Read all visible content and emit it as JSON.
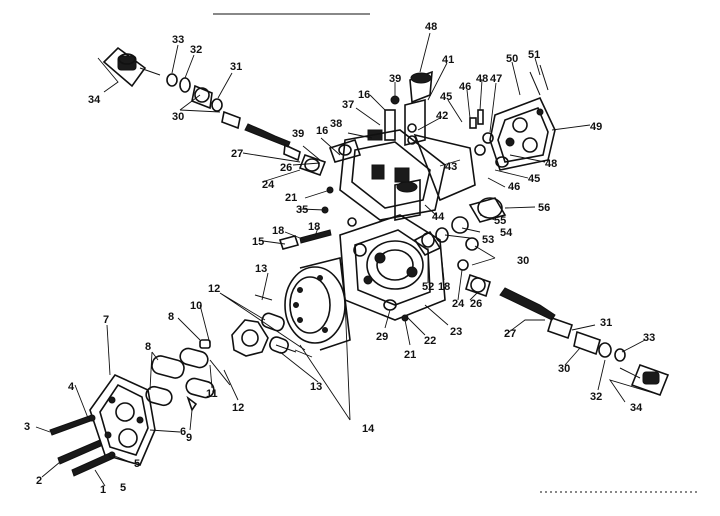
{
  "labels": {
    "l48a": "48",
    "l33a": "33",
    "l32a": "32",
    "l31a": "31",
    "l34a": "34",
    "l30a": "30",
    "l50": "50",
    "l51": "51",
    "l46a": "46",
    "l47": "47",
    "l48b": "48",
    "l45a": "45",
    "l39a": "39",
    "l16a": "16",
    "l41": "41",
    "l37": "37",
    "l42": "42",
    "l38": "38",
    "l39b": "39",
    "l16b": "16",
    "l49": "49",
    "l27a": "27",
    "l26a": "26",
    "l24a": "24",
    "l21a": "21",
    "l35": "35",
    "l43": "43",
    "l48c": "48",
    "l45b": "45",
    "l46b": "46",
    "l44": "44",
    "l55": "55",
    "l56": "56",
    "l53": "53",
    "l54": "54",
    "l18a": "18",
    "l15": "15",
    "l18b": "18",
    "l30b": "30",
    "l18c": "18",
    "l52": "52",
    "l24b": "24",
    "l26b": "26",
    "l13a": "13",
    "l12a": "12",
    "l8a": "8",
    "l10": "10",
    "l7": "7",
    "l8b": "8",
    "l29": "29",
    "l21b": "21",
    "l22": "22",
    "l23": "23",
    "l27b": "27",
    "l31b": "31",
    "l33b": "33",
    "l30c": "30",
    "l13b": "13",
    "l12b": "12",
    "l4": "4",
    "l11": "11",
    "l9": "9",
    "l32b": "32",
    "l34b": "34",
    "l14": "14",
    "l3": "3",
    "l6": "6",
    "l5a": "5",
    "l2": "2",
    "l5b": "5",
    "l1": "1"
  }
}
